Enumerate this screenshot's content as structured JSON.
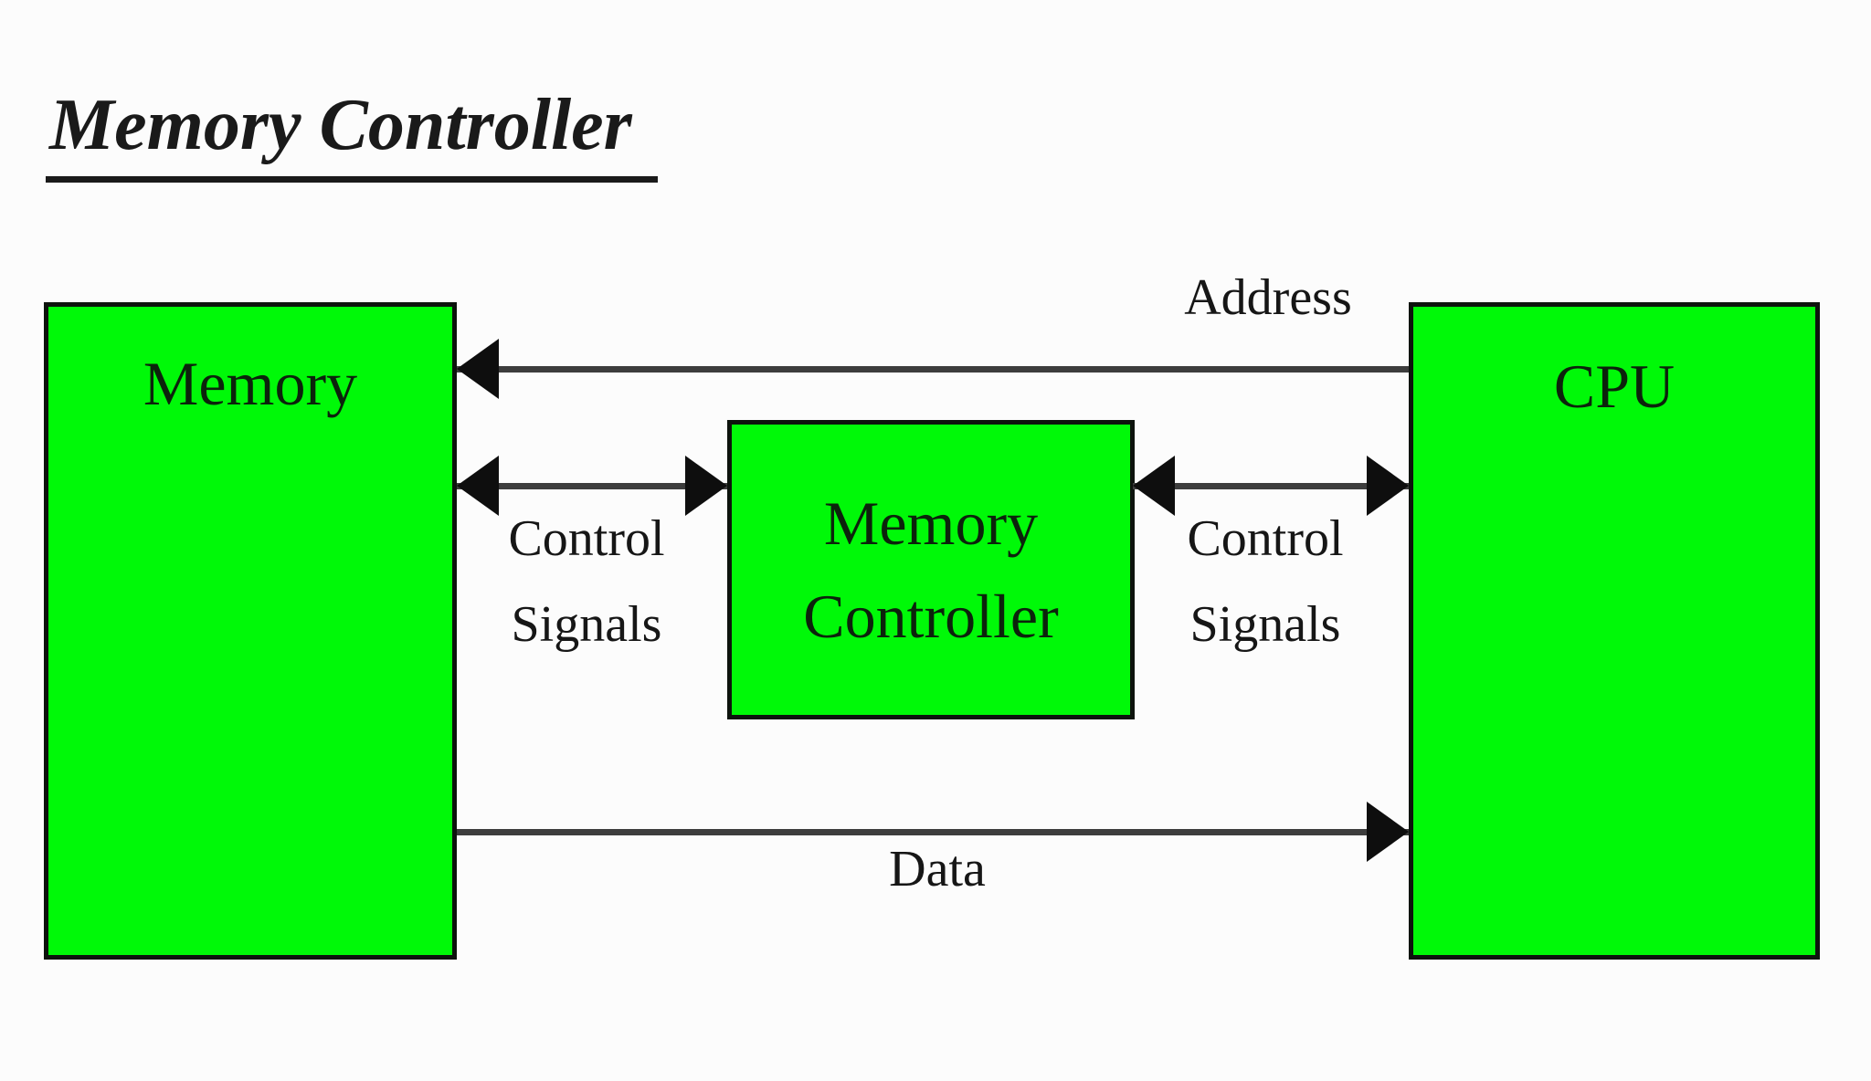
{
  "title": "Memory Controller",
  "colors": {
    "box_fill": "#00f908",
    "box_border": "#0d130d",
    "line": "#3d3d3d",
    "arrowhead": "#0e0e0e",
    "background": "#fcfcfc",
    "text": "#141414"
  },
  "nodes": {
    "memory": {
      "label": "Memory"
    },
    "memory_controller": {
      "lines": [
        "Memory",
        "Controller"
      ]
    },
    "cpu": {
      "label": "CPU"
    }
  },
  "connections": {
    "address": {
      "label": "Address",
      "from": "cpu",
      "to": "memory",
      "arrow": "left"
    },
    "control_left": {
      "lines": [
        "Control",
        "Signals"
      ],
      "between": [
        "memory",
        "memory_controller"
      ],
      "arrow": "both"
    },
    "control_right": {
      "lines": [
        "Control",
        "Signals"
      ],
      "between": [
        "memory_controller",
        "cpu"
      ],
      "arrow": "both"
    },
    "data": {
      "label": "Data",
      "from": "memory",
      "to": "cpu",
      "arrow": "right"
    }
  }
}
